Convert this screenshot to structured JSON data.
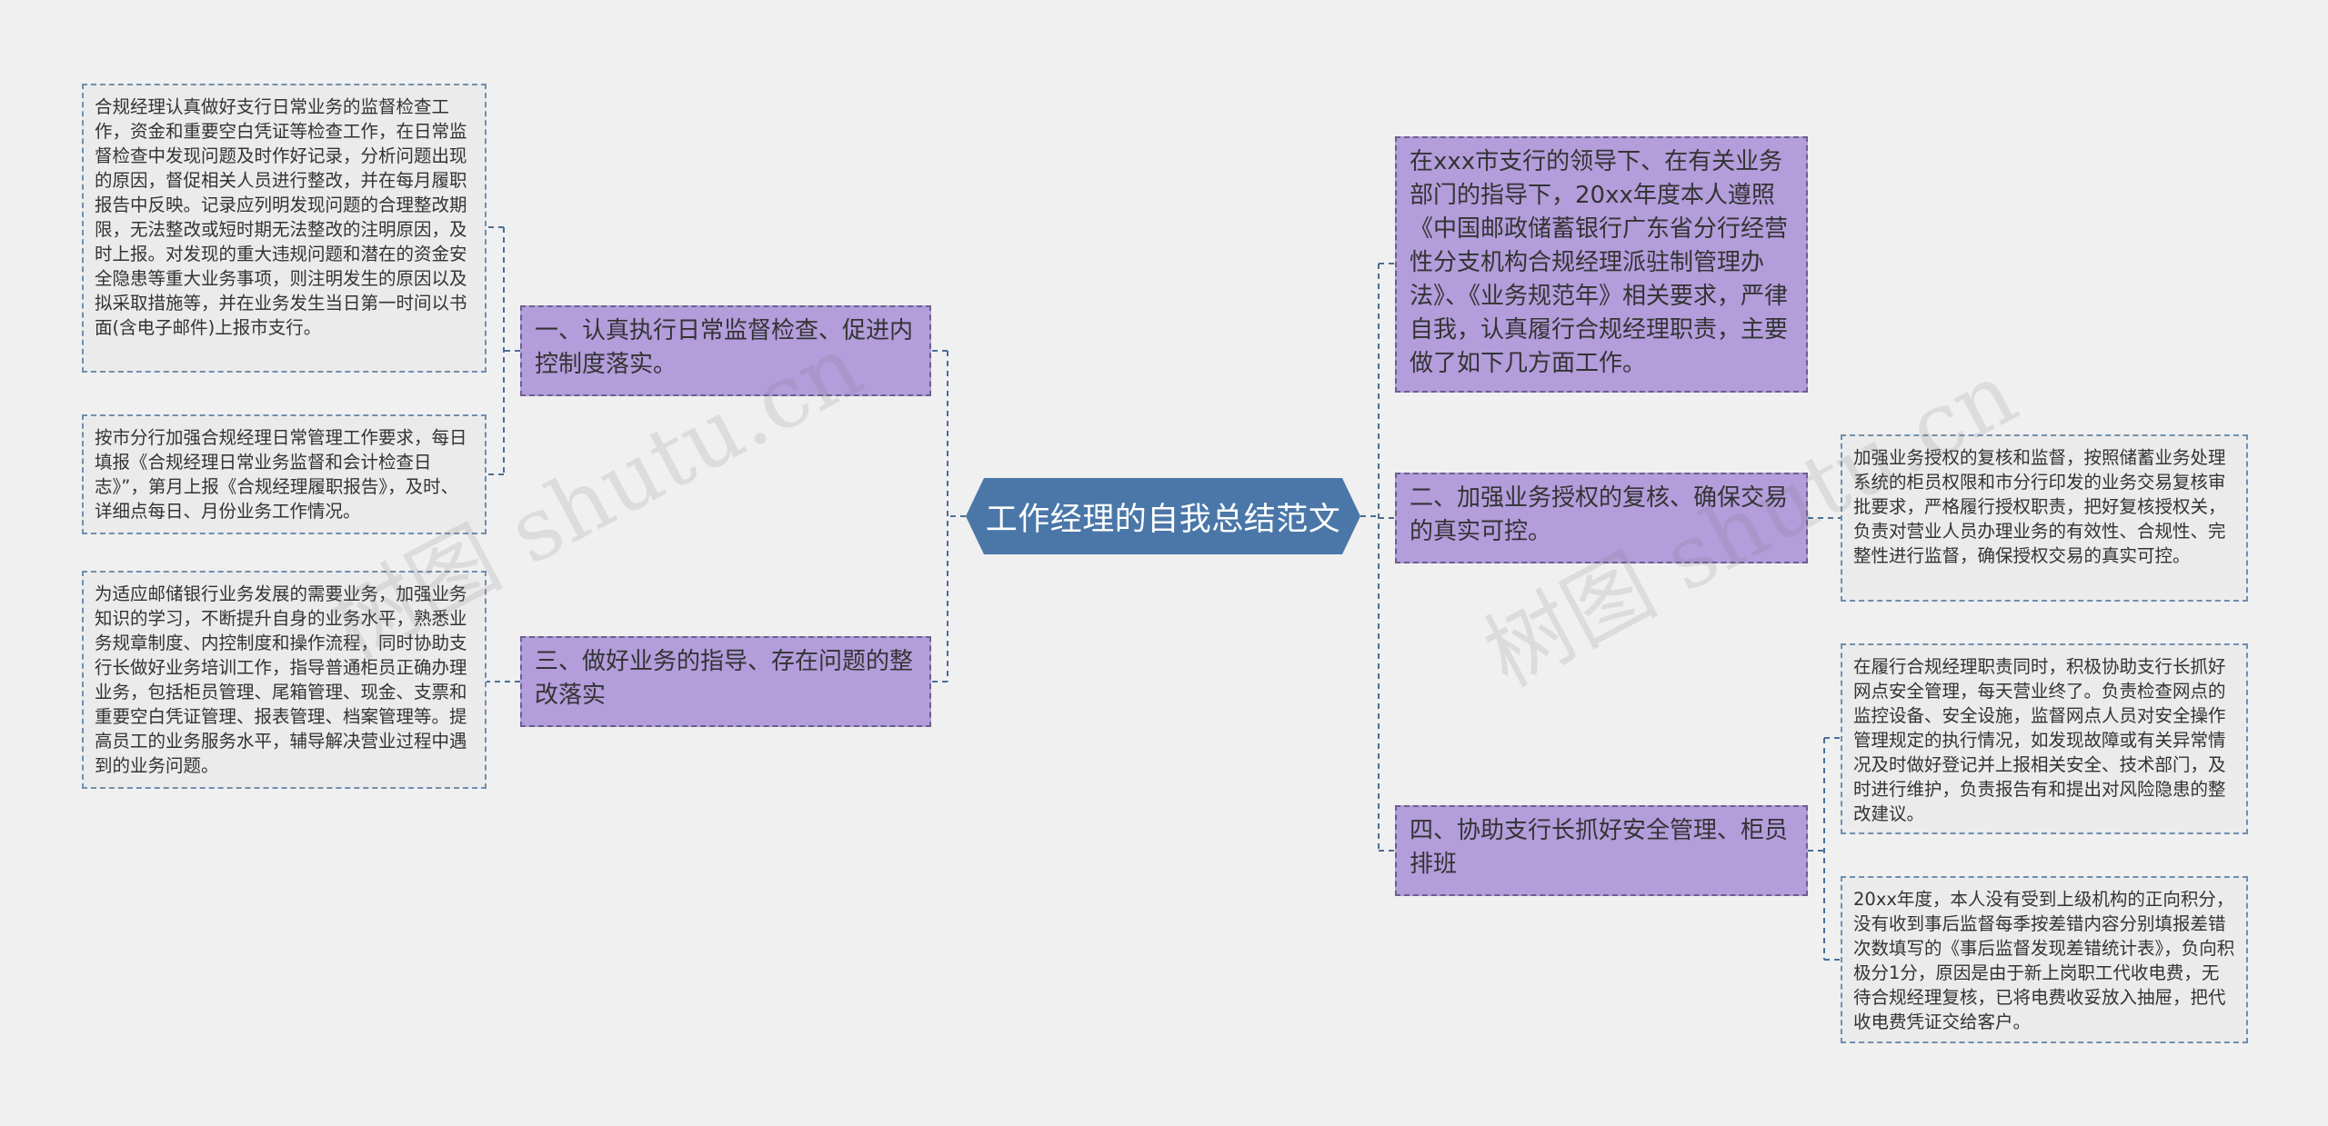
{
  "root": {
    "title": "工作经理的自我总结范文"
  },
  "left": [
    {
      "label": "一、认真执行日常监督检查、促进内控制度落实。",
      "leaves": [
        "合规经理认真做好支行日常业务的监督检查工作，资金和重要空白凭证等检查工作，在日常监督检查中发现问题及时作好记录，分析问题出现的原因，督促相关人员进行整改，并在每月履职报告中反映。记录应列明发现问题的合理整改期限，无法整改或短时期无法整改的注明原因，及时上报。对发现的重大违规问题和潜在的资金安全隐患等重大业务事项，则注明发生的原因以及拟采取措施等，并在业务发生当日第一时间以书面(含电子邮件)上报市支行。",
        "按市分行加强合规经理日常管理工作要求，每日填报《合规经理日常业务监督和会计检查日志》”，第月上报《合规经理履职报告》，及时、详细点每日、月份业务工作情况。"
      ]
    },
    {
      "label": "三、做好业务的指导、存在问题的整改落实",
      "leaves": [
        "为适应邮储银行业务发展的需要业务，加强业务知识的学习，不断提升自身的业务水平，熟悉业务规章制度、内控制度和操作流程，同时协助支行长做好业务培训工作，指导普通柜员正确办理业务，包括柜员管理、尾箱管理、现金、支票和重要空白凭证管理、报表管理、档案管理等。提高员工的业务服务水平，辅导解决营业过程中遇到的业务问题。"
      ]
    }
  ],
  "right": [
    {
      "label": "在xxx市支行的领导下、在有关业务部门的指导下，20xx年度本人遵照《中国邮政储蓄银行广东省分行经营性分支机构合规经理派驻制管理办法》、《业务规范年》相关要求，严律自我，认真履行合规经理职责，主要做了如下几方面工作。",
      "leaves": []
    },
    {
      "label": "二、加强业务授权的复核、确保交易的真实可控。",
      "leaves": [
        "加强业务授权的复核和监督，按照储蓄业务处理系统的柜员权限和市分行印发的业务交易复核审批要求，严格履行授权职责，把好复核授权关，负责对营业人员办理业务的有效性、合规性、完整性进行监督，确保授权交易的真实可控。"
      ]
    },
    {
      "label": "四、协助支行长抓好安全管理、柜员排班",
      "leaves": [
        "在履行合规经理职责同时，积极协助支行长抓好网点安全管理，每天营业终了。负责检查网点的监控设备、安全设施，监督网点人员对安全操作管理规定的执行情况，如发现故障或有关异常情况及时做好登记并上报相关安全、技术部门，及时进行维护，负责报告有和提出对风险隐患的整改建议。",
        "20xx年度，本人没有受到上级机构的正向积分，没有收到事后监督每季按差错内容分别填报差错次数填写的《事后监督发现差错统计表》，负向积极分1分，原因是由于新上岗职工代收电费，无待合规经理复核，已将电费收妥放入抽屉，把代收电费凭证交给客户。"
      ]
    }
  ],
  "watermarks": [
    "树图 shutu.cn",
    "树图 shutu.cn"
  ],
  "colors": {
    "root": "#4a77a8",
    "branch": "#b39ddb",
    "leaf": "#ebebeb",
    "connector": "#4a6f95",
    "background": "#f0f0f0"
  }
}
